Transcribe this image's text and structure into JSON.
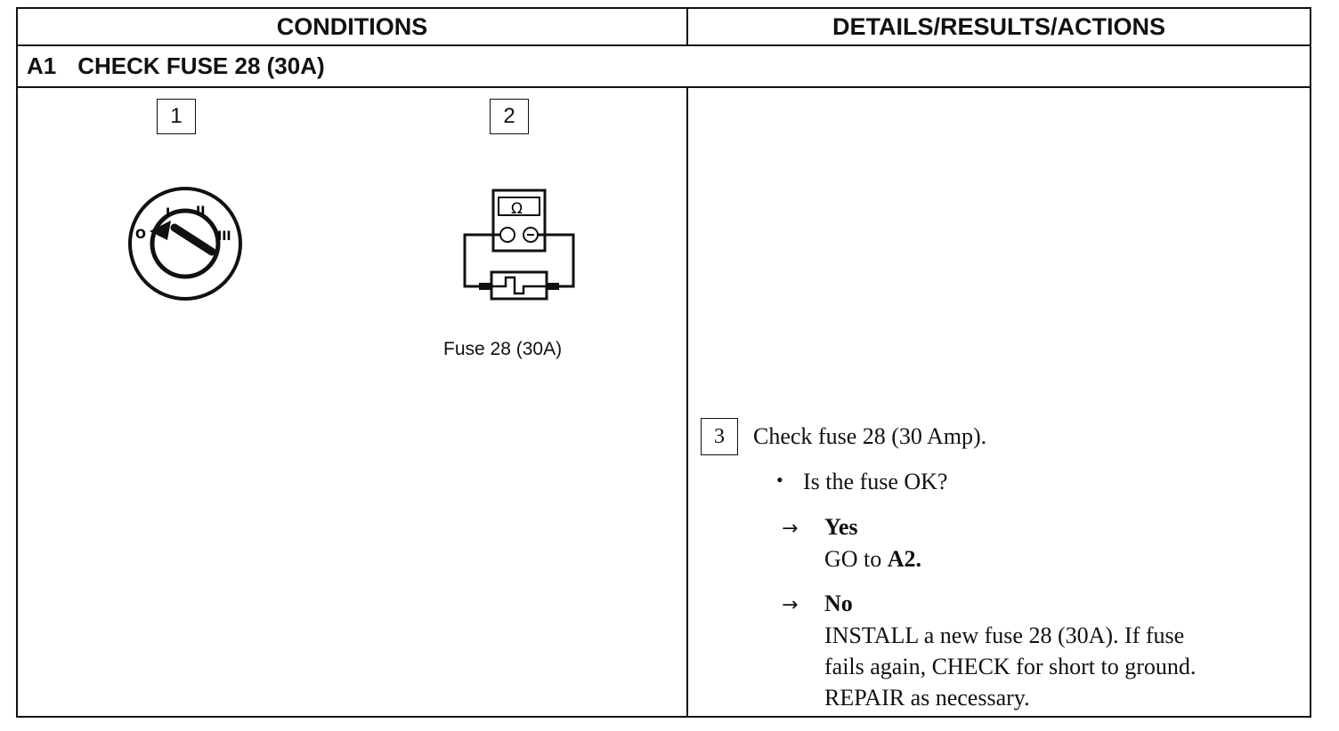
{
  "headers": {
    "conditions": "CONDITIONS",
    "details": "DETAILS/RESULTS/ACTIONS"
  },
  "step": {
    "id": "A1",
    "title": "CHECK FUSE 28 (30A)"
  },
  "conditions": {
    "box1": "1",
    "box2": "2",
    "ohm_symbol": "Ω",
    "ignition_positions": [
      "O",
      "I",
      "II",
      "III"
    ],
    "fuse_caption": "Fuse 28 (30A)"
  },
  "details": {
    "box3": "3",
    "instruction": "Check fuse 28 (30 Amp).",
    "question": "Is the fuse OK?",
    "yes": {
      "label": "Yes",
      "action_prefix": "GO to ",
      "action_target": "A2."
    },
    "no": {
      "label": "No",
      "lines": [
        "INSTALL a new fuse 28 (30A). If fuse",
        "fails again, CHECK for short to ground.",
        "REPAIR as necessary."
      ]
    }
  }
}
